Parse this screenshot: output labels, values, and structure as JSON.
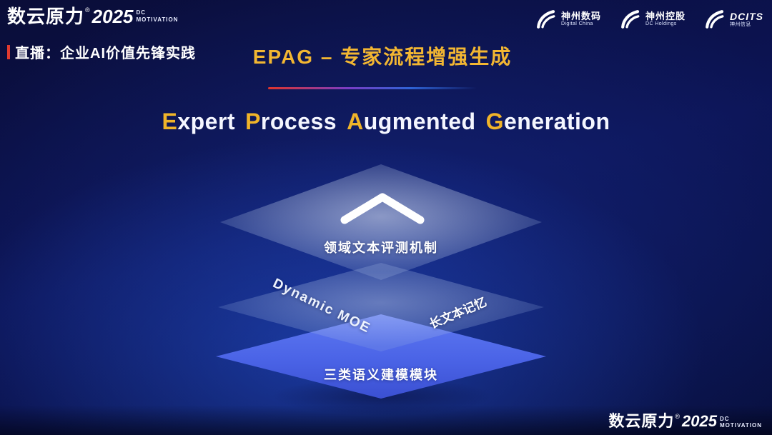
{
  "colors": {
    "background_navy": "#0B1248",
    "glow_blue": "#2658DC",
    "title_gold": "#F2B632",
    "subtitle_initial_gold": "#F0B429",
    "layer_blue": "#4A63E6",
    "live_accent_red": "#E03A2F"
  },
  "header": {
    "brand": {
      "name": "数云原力",
      "reg": "®",
      "year": "2025",
      "dc": "DC",
      "motivation": "MOTIVATION"
    },
    "live_banner": "直播：企业AI价值先锋实践",
    "title": "EPAG – 专家流程增强生成",
    "partner_logos": [
      {
        "name": "神州数码",
        "subtitle": "Digital China"
      },
      {
        "name": "神州控股",
        "subtitle": "DC Holdings"
      },
      {
        "name": "DCITS",
        "subtitle": "神州信息"
      }
    ]
  },
  "subtitle": {
    "words": [
      {
        "initial": "E",
        "rest": "xpert"
      },
      {
        "initial": "P",
        "rest": "rocess"
      },
      {
        "initial": "A",
        "rest": "ugmented"
      },
      {
        "initial": "G",
        "rest": "eneration"
      }
    ]
  },
  "diagram": {
    "layers": [
      {
        "label": "领域文本评测机制"
      },
      {
        "label_left": "Dynamic MOE",
        "label_right": "长文本记忆"
      },
      {
        "label": "三类语义建模模块"
      }
    ]
  },
  "footer": {
    "brand": {
      "name": "数云原力",
      "reg": "®",
      "year": "2025",
      "dc": "DC",
      "motivation": "MOTIVATION"
    }
  }
}
